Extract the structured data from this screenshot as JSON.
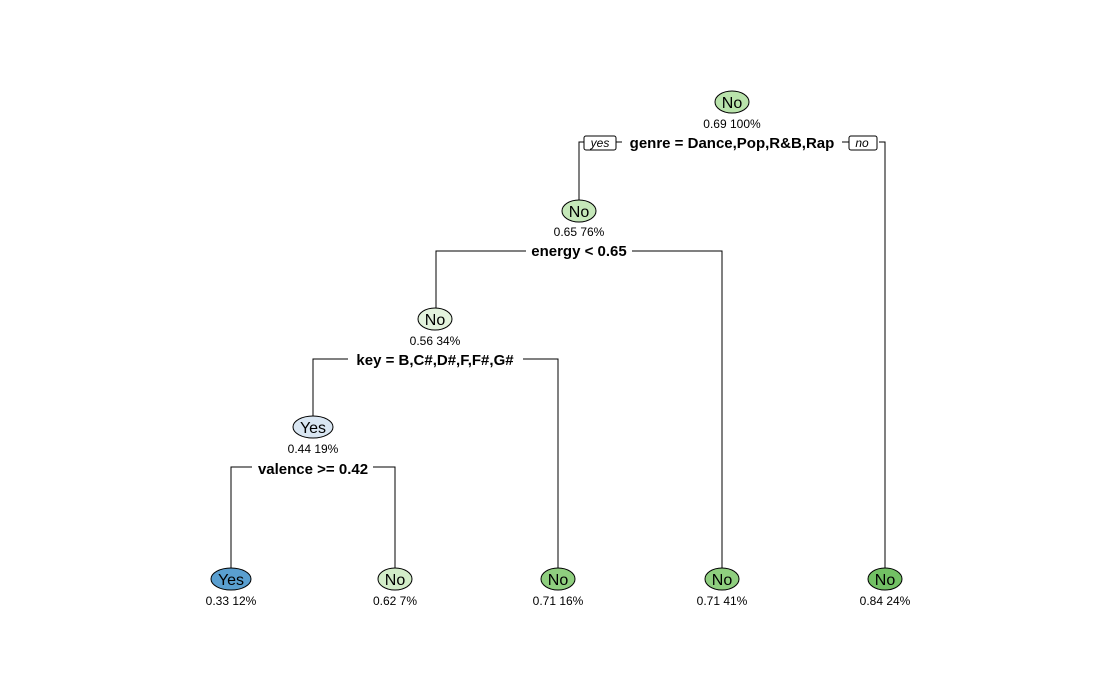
{
  "root_node": {
    "label": "No",
    "stats": "0.69  100%",
    "fill": "#b9e3ab",
    "split": "genre = Dance,Pop,R&B,Rap",
    "yes_label": "yes",
    "no_label": "no"
  },
  "energy_node": {
    "label": "No",
    "stats": "0.65  76%",
    "fill": "#c5e8b9",
    "split": "energy < 0.65"
  },
  "key_node": {
    "label": "No",
    "stats": "0.56  34%",
    "fill": "#e3f3dd",
    "split": "key = B,C#,D#,F,F#,G#"
  },
  "valence_node": {
    "label": "Yes",
    "stats": "0.44  19%",
    "fill": "#d9e6f2",
    "split": "valence >= 0.42"
  },
  "leaves": [
    {
      "label": "Yes",
      "stats": "0.33  12%",
      "fill": "#5a9fd0"
    },
    {
      "label": "No",
      "stats": "0.62  7%",
      "fill": "#d2edc8"
    },
    {
      "label": "No",
      "stats": "0.71  16%",
      "fill": "#8fcf7f"
    },
    {
      "label": "No",
      "stats": "0.71  41%",
      "fill": "#8fcf7f"
    },
    {
      "label": "No",
      "stats": "0.84  24%",
      "fill": "#72c064"
    }
  ]
}
